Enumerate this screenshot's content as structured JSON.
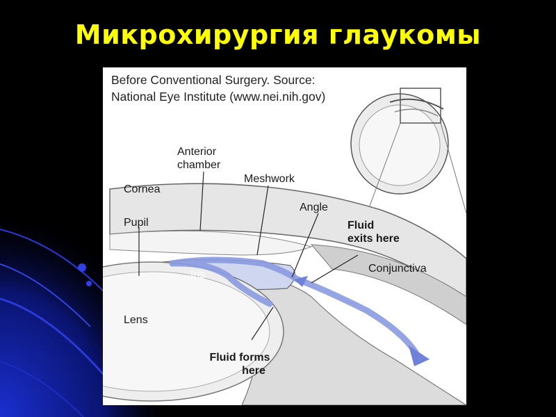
{
  "slide": {
    "title": "Микрохирургия глаукомы"
  },
  "figure": {
    "caption_line1": "Before Conventional Surgery. Source:",
    "caption_line2": "National Eye Institute (www.nei.nih.gov)",
    "labels": {
      "anterior_chamber_1": "Anterior",
      "anterior_chamber_2": "chamber",
      "meshwork": "Meshwork",
      "cornea": "Cornea",
      "angle": "Angle",
      "pupil": "Pupil",
      "fluid_exits_1": "Fluid",
      "fluid_exits_2": "exits here",
      "iris": "Iris",
      "conjunctiva": "Conjunctiva",
      "lens": "Lens",
      "fluid_forms_1": "Fluid forms",
      "fluid_forms_2": "here"
    }
  },
  "colors": {
    "title": "#ffff00",
    "background": "#000000",
    "fluid": "#8a9be0",
    "tissue": "#d9d9d9"
  }
}
